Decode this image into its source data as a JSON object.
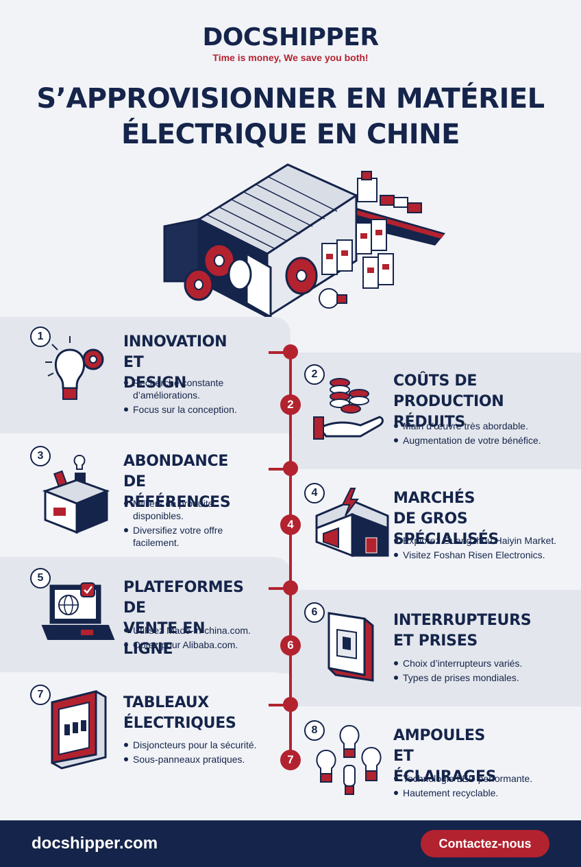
{
  "brand": {
    "logo": "DOCSHIPPER",
    "tagline": "Time is money, We save you both!"
  },
  "title": {
    "line1": "S’APPROVISIONNER EN MATÉRIEL",
    "line2": "ÉLECTRIQUE EN CHINE"
  },
  "colors": {
    "navy": "#15244a",
    "red": "#b3222f",
    "background": "#f1f3f7",
    "band": "#e3e6ec"
  },
  "timeline_numbers": [
    "2",
    "4",
    "6",
    "7"
  ],
  "cards": [
    {
      "number": "1",
      "title1": "INNOVATION ET",
      "title2": "DESIGN",
      "icon": "lightbulb-gear-icon",
      "bullets": [
        "Recherche constante d’améliorations.",
        "Focus sur la conception."
      ]
    },
    {
      "number": "2",
      "title1": "COÛTS DE",
      "title2": "PRODUCTION RÉDUITS",
      "icon": "coins-hand-icon",
      "bullets": [
        "Main d’œuvre très abordable.",
        "Augmentation de votre bénéfice."
      ]
    },
    {
      "number": "3",
      "title1": "ABONDANCE DE",
      "title2": "RÉFÉRENCES",
      "icon": "open-box-icon",
      "bullets": [
        "Milliers de produits disponibles.",
        "Diversifiez votre offre facilement."
      ]
    },
    {
      "number": "4",
      "title1": "MARCHÉS DE GROS",
      "title2": "SPÉCIALISÉS",
      "icon": "warehouse-icon",
      "bullets": [
        "Explorez Guangzhou Haiyin Market.",
        "Visitez Foshan Risen Electronics."
      ]
    },
    {
      "number": "5",
      "title1": "PLATEFORMES DE",
      "title2": "VENTE EN LIGNE",
      "icon": "laptop-globe-icon",
      "bullets": [
        "Utilisez Made-in-china.com.",
        "Optez pour Alibaba.com."
      ]
    },
    {
      "number": "6",
      "title1": "INTERRUPTEURS",
      "title2": "ET PRISES",
      "icon": "light-switch-icon",
      "bullets": [
        "Choix d’interrupteurs variés.",
        "Types de prises mondiales."
      ]
    },
    {
      "number": "7",
      "title1": "TABLEAUX",
      "title2": "ÉLECTRIQUES",
      "icon": "electrical-panel-icon",
      "bullets": [
        "Disjoncteurs pour la sécurité.",
        "Sous-panneaux pratiques."
      ]
    },
    {
      "number": "8",
      "title1": "AMPOULES ET",
      "title2": "ÉCLAIRAGES",
      "icon": "bulbs-icon",
      "bullets": [
        "Technologie LED performante.",
        "Hautement recyclable."
      ]
    }
  ],
  "footer": {
    "site": "docshipper.com",
    "cta": "Contactez-nous"
  }
}
